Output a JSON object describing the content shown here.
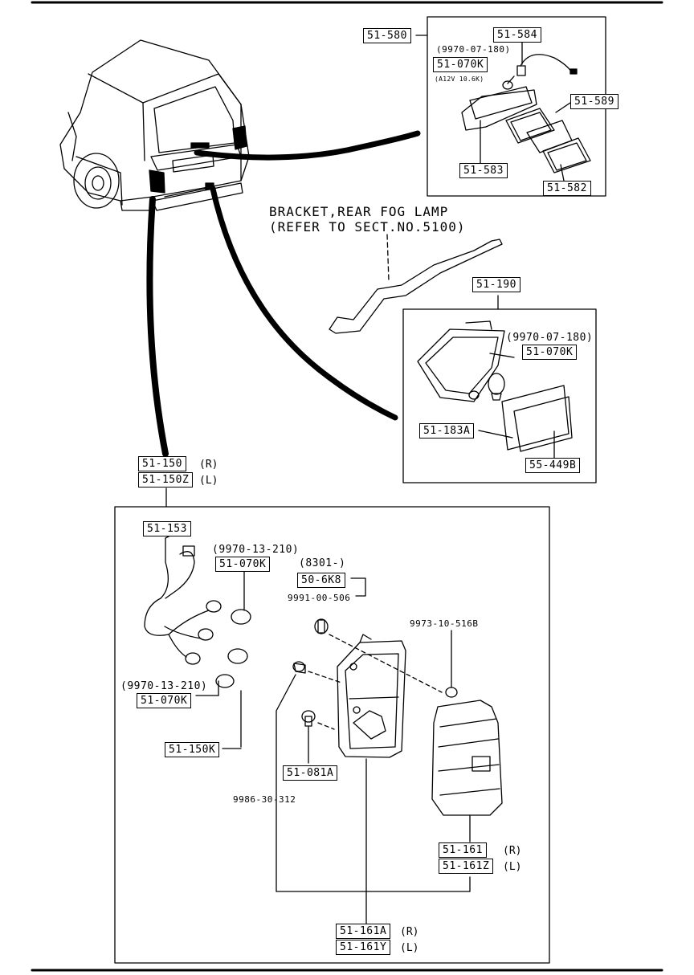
{
  "labels": {
    "p51_580": "51-580",
    "p51_584": "51-584",
    "p9970_07_180_a": "(9970-07-180)",
    "p51_070K_a": "51-070K",
    "a12v_note": "(A12V 10.6K)",
    "p51_589": "51-589",
    "p51_583": "51-583",
    "p51_582": "51-582",
    "bracket_line1": "BRACKET,REAR FOG LAMP",
    "bracket_line2": "(REFER TO SECT.NO.5100)",
    "p51_190": "51-190",
    "p9970_07_180_b": "(9970-07-180)",
    "p51_070K_b": "51-070K",
    "p51_183A": "51-183A",
    "p55_449B": "55-449B",
    "p51_150": "51-150",
    "p51_150Z": "51-150Z",
    "sfx_R": "(R)",
    "sfx_L": "(L)",
    "p51_153": "51-153",
    "p9970_13_210_a": "(9970-13-210)",
    "p51_070K_c": "51-070K",
    "p8301": "(8301-)",
    "p50_6K8": "50-6K8",
    "p9991_00_506": "9991-00-506",
    "p9973_10_516B": "9973-10-516B",
    "p9970_13_210_b": "(9970-13-210)",
    "p51_070K_d": "51-070K",
    "p51_150K": "51-150K",
    "p51_081A": "51-081A",
    "p9986_30_312": "9986-30-312",
    "p51_161": "51-161",
    "p51_161Z": "51-161Z",
    "p51_161A": "51-161A",
    "p51_161Y": "51-161Y"
  }
}
